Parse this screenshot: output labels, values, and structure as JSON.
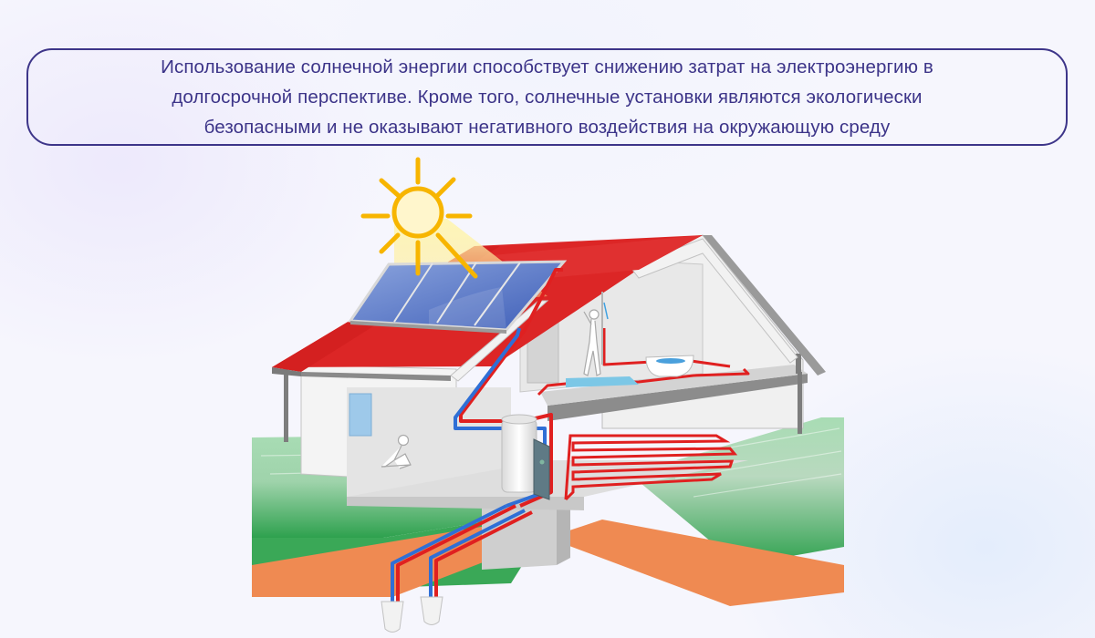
{
  "info_box": {
    "lines": [
      "Использование солнечной энергии способствует снижению затрат на электроэнергию в",
      "долгосрочной перспективе. Кроме того, солнечные установки являются экологически",
      "безопасными и не оказывают негативного воздействия на окружающую среду"
    ]
  },
  "illustration": {
    "subject": "cutaway-house-solar-heating-system",
    "elements": [
      "sun",
      "solar-collector-panel",
      "red-roof",
      "hot-water-pipe",
      "cold-water-pipe",
      "shower-person",
      "bathtub",
      "sitting-person",
      "boiler-storage-tank",
      "underfloor-heating-loops",
      "ground-heat-probes"
    ]
  },
  "colors": {
    "text": "#3d3589",
    "border": "#3d3589",
    "sun": "#f7b500",
    "roof": "#dc2626",
    "solar_panel": "#4f6fc0",
    "hot_pipe": "#e02020",
    "cold_pipe": "#2f6fd6",
    "grass": "#52b56a",
    "soil": "#ef8a52",
    "wall": "#e6e6e6"
  }
}
